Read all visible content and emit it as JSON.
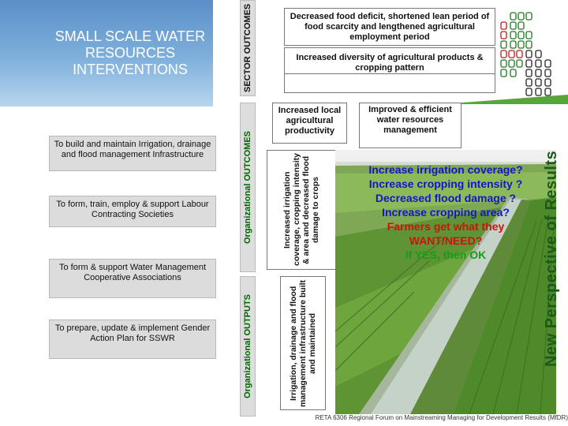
{
  "header": {
    "title": "SMALL SCALE WATER RESOURCES INTERVENTIONS"
  },
  "interventions": [
    "To build and maintain Irrigation, drainage and flood management Infrastructure",
    "To form, train, employ & support Labour Contracting Societies",
    "To form & support Water Management Cooperative Associations",
    "To prepare, update & implement Gender Action Plan for SSWR"
  ],
  "axis_labels": {
    "sector_outcomes": "SECTOR OUTCOMES",
    "org_outcomes": "Organizational OUTCOMES",
    "org_outputs": "Organizational OUTPUTS",
    "new_perspective": "New Perspective of Results"
  },
  "sector_outcomes": [
    "Decreased food deficit, shortened lean period of food scarcity and lengthened agricultural employment period",
    "Increased diversity of agricultural products & cropping pattern"
  ],
  "org_outcome_boxes": {
    "local_productivity": "Increased local agricultural productivity",
    "water_mgmt": "Improved & efficient water resources management",
    "irrigation_coverage": "Increased irrigation coverage, cropping intensity & area and decreased flood damage to crops"
  },
  "org_output_box": "Irrigation, drainage and flood management infrastructure built and maintained",
  "questions": [
    {
      "text": "Increase irrigation coverage?",
      "color": "#1515c8"
    },
    {
      "text": "Increase cropping intensity ?",
      "color": "#1515c8"
    },
    {
      "text": "Decreased flood damage ?",
      "color": "#1515c8"
    },
    {
      "text": "Increase cropping  area?",
      "color": "#1515c8"
    },
    {
      "text": "Farmers get what they WANT/NEED?",
      "color": "#d01010"
    },
    {
      "text": "If YES, then OK",
      "color": "#1a9a1a"
    }
  ],
  "footer": "RETA 6306 Regional Forum on Mainstreaming Managing for Development Results (MfDR)",
  "colors": {
    "header_blue": "#5a8fc8",
    "axis_green": "#006400",
    "question_blue": "#1515c8",
    "question_red": "#d01010",
    "question_green": "#1a9a1a"
  }
}
